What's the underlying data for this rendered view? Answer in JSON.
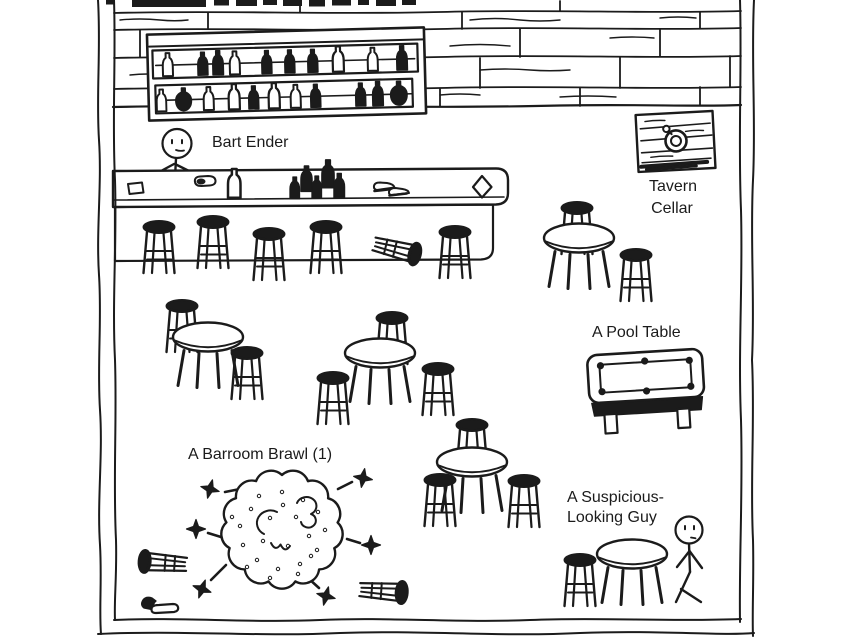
{
  "scene": {
    "description": "hand-drawn tavern floor map",
    "colors": {
      "ink": "#1b1b1b",
      "paper": "#ffffff"
    }
  },
  "labels": {
    "bartender": "Bart Ender",
    "cellar_line1": "Tavern",
    "cellar_line2": "Cellar",
    "pool_table": "A Pool Table",
    "brawl": "A Barroom Brawl (1)",
    "suspicious_line1": "A Suspicious-",
    "suspicious_line2": "Looking Guy"
  },
  "furniture": {
    "bar_stools_upright": 5,
    "bar_stools_tipped": 1,
    "round_tables": 5,
    "floor_stools": 11,
    "brawl_tipped_stools": 2,
    "shelf_bottle_rows": 2
  }
}
